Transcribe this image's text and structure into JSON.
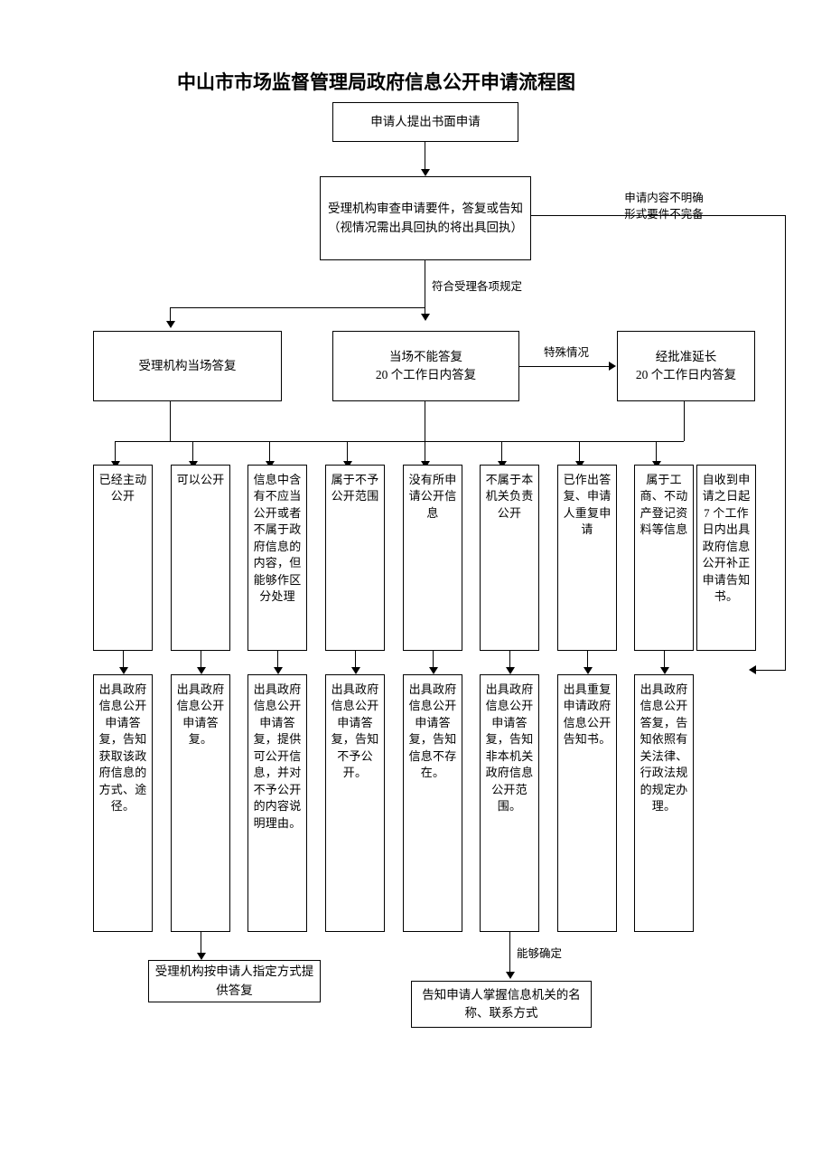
{
  "title": "中山市市场监督管理局政府信息公开申请流程图",
  "nodes": {
    "start": "申请人提出书面申请",
    "review": "受理机构审查申请要件，答复或告知（视情况需出具回执的将出具回执）",
    "onsite_reply": "受理机构当场答复",
    "not_onsite": "当场不能答复\n20 个工作日内答复",
    "extended": "经批准延长\n20 个工作日内答复",
    "r1": "已经主动公开",
    "r2": "可以公开",
    "r3": "信息中含有不应当公开或者不属于政府信息的内容，但能够作区分处理",
    "r4": "属于不予公开范围",
    "r5": "没有所申请公开信息",
    "r6": "不属于本机关负责公开",
    "r7": "已作出答复、申请人重复申请",
    "r8": "属于工商、不动产登记资料等信息",
    "r9": "自收到申请之日起 7 个工作日内出具政府信息公开补正申请告知书。",
    "o1": "出具政府信息公开申请答复，告知获取该政府信息的方式、途径。",
    "o2": "出具政府信息公开申请答复。",
    "o3": "出具政府信息公开申请答复，提供可公开信息，并对不予公开的内容说明理由。",
    "o4": "出具政府信息公开申请答复，告知不予公开。",
    "o5": "出具政府信息公开申请答复，告知信息不存在。",
    "o6": "出具政府信息公开申请答复，告知非本机关政府信息公开范围。",
    "o7": "出具重复申请政府信息公开告知书。",
    "o8": "出具政府信息公开答复，告知依照有关法律、行政法规的规定办理。",
    "bottom_left": "受理机构按申请人指定方式提供答复",
    "bottom_mid": "告知申请人掌握信息机关的名称、联系方式"
  },
  "edge_labels": {
    "unclear": "申请内容不明确\n形式要件不完备",
    "conform": "符合受理各项规定",
    "special": "特殊情况",
    "confirmable": "能够确定"
  }
}
